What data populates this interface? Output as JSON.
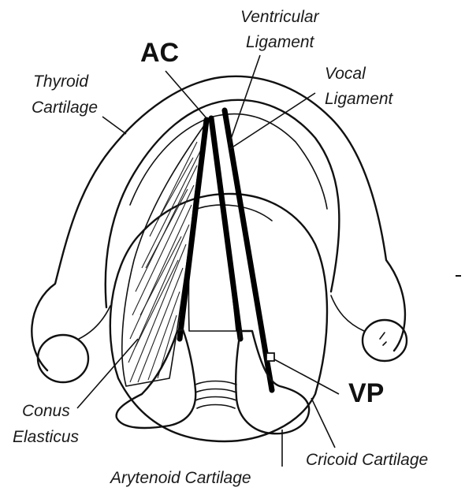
{
  "labels": {
    "ventricular_ligament": [
      "Ventricular",
      "Ligament"
    ],
    "ac": "AC",
    "thyroid_cartilage": [
      "Thyroid",
      "Cartilage"
    ],
    "vocal_ligament": [
      "Vocal",
      "Ligament"
    ],
    "conus_elasticus": [
      "Conus",
      "Elasticus"
    ],
    "vp": "VP",
    "cricoid_cartilage": "Cricoid Cartilage",
    "arytenoid_cartilage": "Arytenoid Cartilage"
  }
}
